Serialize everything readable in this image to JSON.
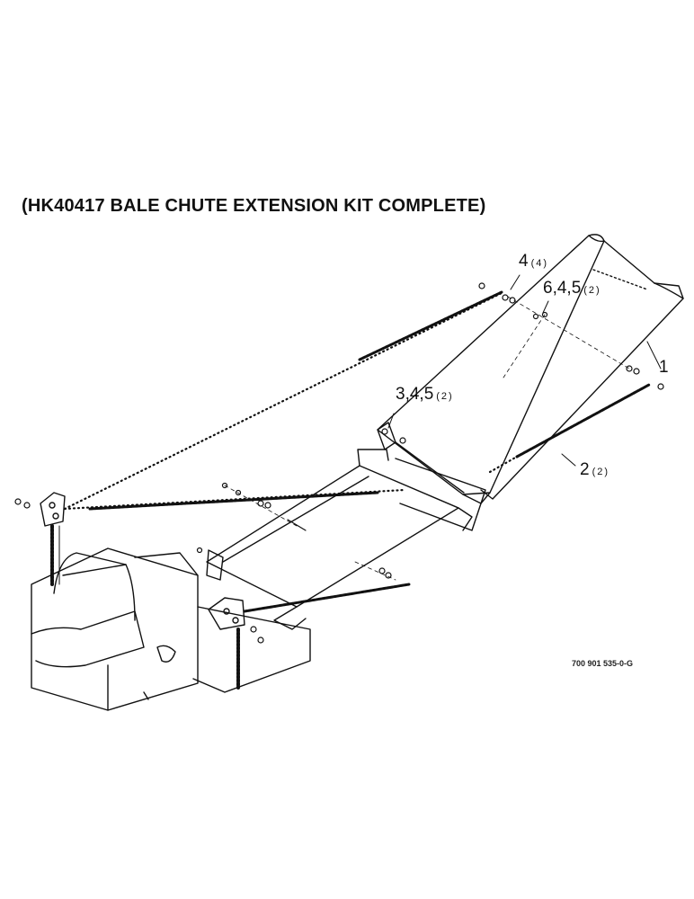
{
  "title": "(HK40417 BALE CHUTE EXTENSION KIT COMPLETE)",
  "callouts": [
    {
      "num": "4",
      "qty": "(4)"
    },
    {
      "num": "6,4,5",
      "qty": "(2)"
    },
    {
      "num": "1",
      "qty": ""
    },
    {
      "num": "3,4,5",
      "qty": "(2)"
    },
    {
      "num": "2",
      "qty": "(2)"
    }
  ],
  "part_number": "700 901 535-0-G",
  "colors": {
    "ink": "#111111",
    "paper": "#ffffff"
  }
}
